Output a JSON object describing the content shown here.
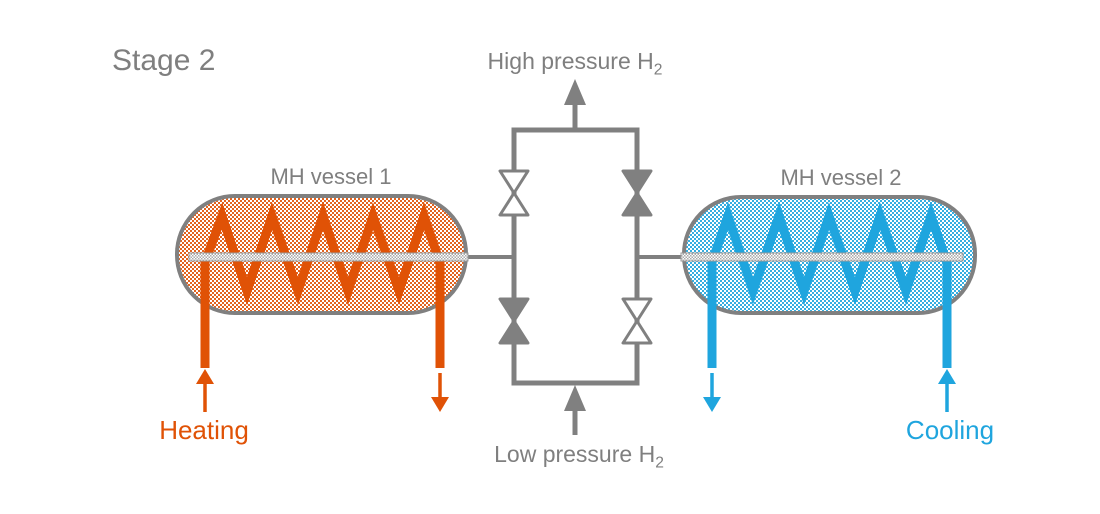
{
  "title": "Stage 2",
  "colors": {
    "line_gray": "#808080",
    "text_gray": "#7f7f7f",
    "heating": "#E05206",
    "cooling": "#1FA5DE",
    "tube_gray": "#ababab"
  },
  "labels": {
    "high_pressure": {
      "text": "High pressure H",
      "sub": "2"
    },
    "low_pressure": {
      "text": "Low pressure H",
      "sub": "2"
    },
    "vessel_1": "MH vessel 1",
    "vessel_2": "MH vessel 2",
    "heating": "Heating",
    "cooling": "Cooling"
  },
  "valves": {
    "top_left": "open",
    "top_right": "closed",
    "bottom_left": "closed",
    "bottom_right": "open"
  }
}
